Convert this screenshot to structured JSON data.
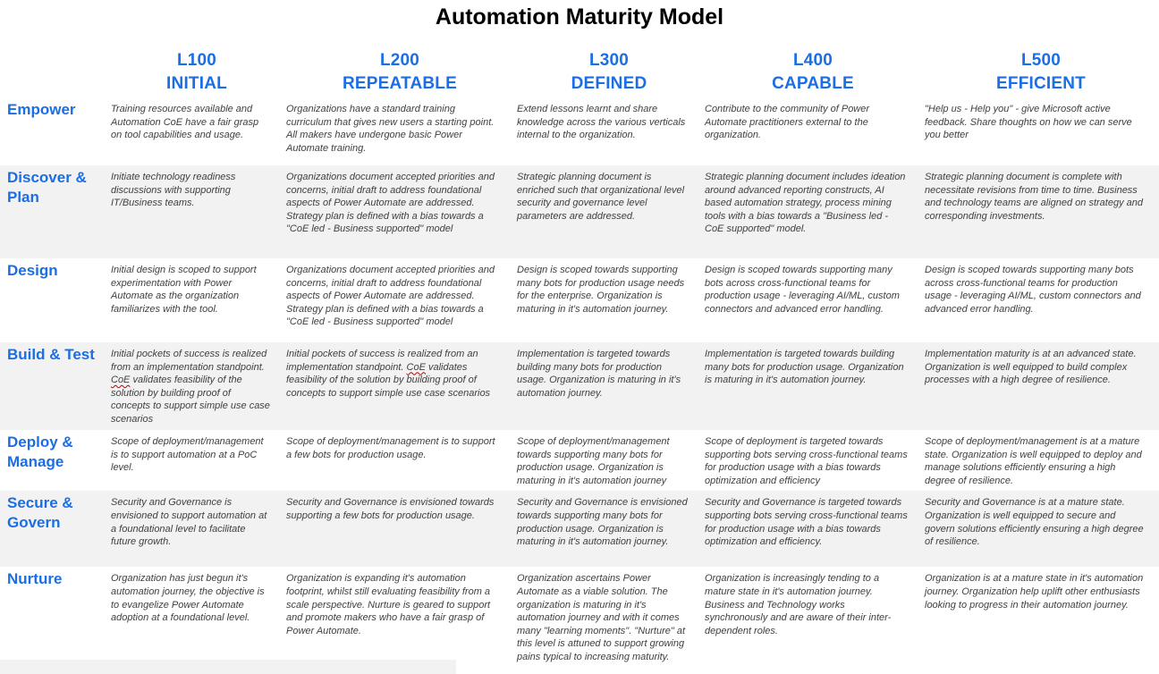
{
  "title": "Automation Maturity Model",
  "colors": {
    "accent_blue": "#1B6EE3",
    "band_gray": "#F2F2F2",
    "cell_text": "#3F3F3F",
    "spellcheck_red": "#C00000"
  },
  "columns": [
    {
      "level": "L100",
      "name": "INITIAL"
    },
    {
      "level": "L200",
      "name": "REPEATABLE"
    },
    {
      "level": "L300",
      "name": "DEFINED"
    },
    {
      "level": "L400",
      "name": "CAPABLE"
    },
    {
      "level": "L500",
      "name": "EFFICIENT"
    }
  ],
  "rows": [
    {
      "label": "Empower",
      "cells": [
        "Training resources available and Automation CoE have a fair grasp on tool capabilities and usage.",
        "Organizations have a standard training curriculum that gives new users a starting point. All makers have undergone basic Power Automate training.",
        "Extend lessons learnt and share knowledge across the various verticals internal to the organization.",
        "Contribute to the community of Power Automate practitioners external to the organization.",
        "\"Help us - Help you\" - give Microsoft active feedback. Share thoughts on how we can serve you better"
      ]
    },
    {
      "label": "Discover & Plan",
      "cells": [
        "Initiate technology readiness discussions with supporting IT/Business teams.",
        "Organizations document accepted priorities and concerns, initial draft to address foundational aspects of Power Automate are addressed. Strategy plan is defined with a bias towards a \"CoE led - Business supported\" model",
        "Strategic planning document is enriched such that organizational level security and governance level parameters are addressed.",
        "Strategic planning document includes ideation around advanced reporting constructs, AI based automation strategy, process mining tools with a bias towards a \"Business led - CoE supported\" model.",
        "Strategic planning document is complete with necessitate revisions from time to time. Business and technology teams are aligned on strategy and corresponding investments."
      ]
    },
    {
      "label": "Design",
      "cells": [
        "Initial design is scoped to support experimentation with Power Automate as the organization familiarizes with the tool.",
        "Organizations document accepted priorities and concerns, initial draft to address foundational aspects of Power Automate are addressed. Strategy plan is defined with a bias towards a \"CoE led - Business supported\" model",
        "Design is scoped towards supporting many bots for production usage needs for the enterprise. Organization is maturing in it's automation journey.",
        "Design is scoped towards supporting many bots across cross-functional teams for production usage - leveraging AI/ML, custom connectors and advanced error handling.",
        "Design is scoped towards supporting many bots across cross-functional teams for production usage - leveraging AI/ML, custom connectors and advanced error handling."
      ]
    },
    {
      "label": "Build & Test",
      "cells": [
        {
          "pre": "Initial pockets of success is realized from an implementation standpoint. ",
          "term": "CoE",
          "post": " validates feasibility of the solution by building proof of concepts to support simple use case scenarios"
        },
        {
          "pre": "Initial pockets of success is realized from an implementation standpoint. ",
          "term": "CoE",
          "post": " validates feasibility of the solution by building proof of concepts to support simple use case scenarios"
        },
        "Implementation is targeted towards building many bots for production usage. Organization is maturing in it's automation journey.",
        "Implementation is targeted towards building many bots for production usage. Organization is maturing in it's automation journey.",
        "Implementation maturity is at an advanced state. Organization is well equipped to build complex processes with a high degree of resilience."
      ]
    },
    {
      "label": "Deploy & Manage",
      "cells": [
        "Scope of deployment/management is to support automation at a PoC level.",
        "Scope of deployment/management is to support a few bots for production usage.",
        "Scope of deployment/management towards supporting many bots for production usage. Organization is maturing in it's automation journey",
        "Scope of deployment is targeted towards supporting bots serving cross-functional teams for production usage with a bias towards optimization and efficiency",
        "Scope of deployment/management is at a mature state. Organization is well equipped to deploy and manage solutions efficiently ensuring a high degree of resilience."
      ]
    },
    {
      "label": "Secure & Govern",
      "cells": [
        "Security and Governance is envisioned to support automation at a foundational level to facilitate future growth.",
        "Security and Governance is envisioned towards supporting a few bots for production usage.",
        "Security and Governance is envisioned towards supporting many bots for production usage. Organization is maturing in it's automation journey.",
        "Security and Governance is targeted towards supporting bots serving cross-functional teams for production usage with a bias towards optimization and efficiency.",
        "Security and Governance is at a mature state. Organization is well equipped to secure and govern solutions efficiently ensuring a high degree of resilience."
      ]
    },
    {
      "label": "Nurture",
      "cells": [
        "Organization has just begun it's automation journey, the objective is to evangelize Power Automate adoption at a foundational level.",
        "Organization is expanding it's automation footprint, whilst still evaluating feasibility from a scale perspective. Nurture is geared to support and promote makers who have a fair grasp of Power Automate.",
        "Organization ascertains Power Automate as a viable solution. The organization is maturing in it's automation journey and with it comes many \"learning moments\". \"Nurture\" at this level is attuned to support growing pains typical to increasing maturity.",
        "Organization is increasingly tending to a mature state in it's automation journey. Business and Technology works synchronously and are aware of their inter-dependent roles.",
        "Organization is at a mature state in it's automation journey. Organization help uplift other enthusiasts looking to progress in their automation journey."
      ]
    }
  ]
}
